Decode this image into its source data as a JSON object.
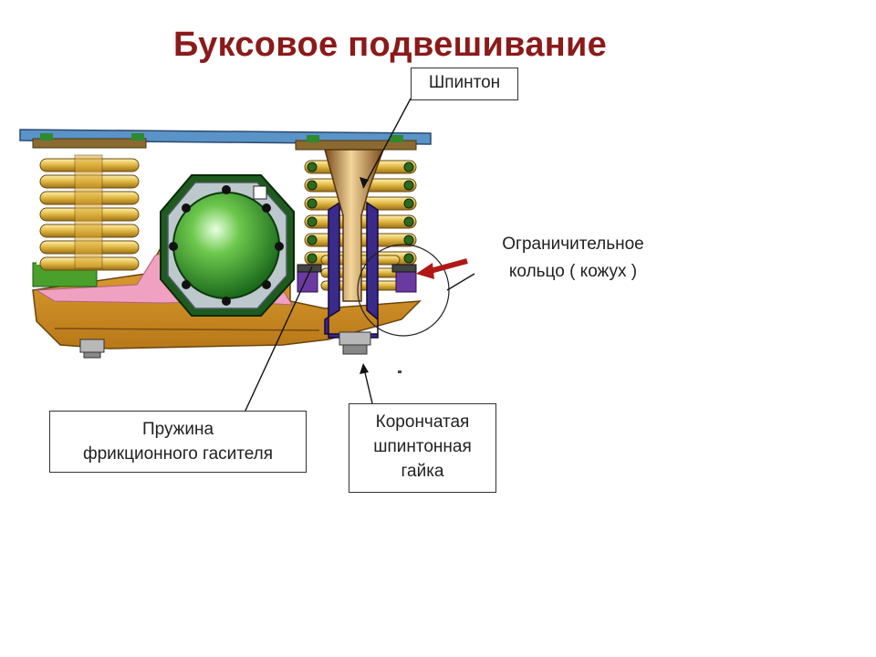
{
  "title": "Буксовое подвешивание",
  "labels": {
    "shpinton": "Шпинтон",
    "ring_line1": "Ограничительное",
    "ring_line2": "кольцо ( кожух )",
    "spring_line1": "Пружина",
    "spring_line2": "фрикционного гасителя",
    "nut_line1": "Корончатая",
    "nut_line2": "шпинтонная",
    "nut_line3": "гайка"
  },
  "colors": {
    "title": "#8b1a1a",
    "frame_top": "#5a93c8",
    "spring": "#e0b640",
    "axle_box": "#2e9a2e",
    "body": "#d99a2a",
    "pink": "#f0a0c0",
    "pin": "#8a5a2a",
    "nut_blue": "#3a2a8a",
    "arrow_red": "#b01818"
  }
}
